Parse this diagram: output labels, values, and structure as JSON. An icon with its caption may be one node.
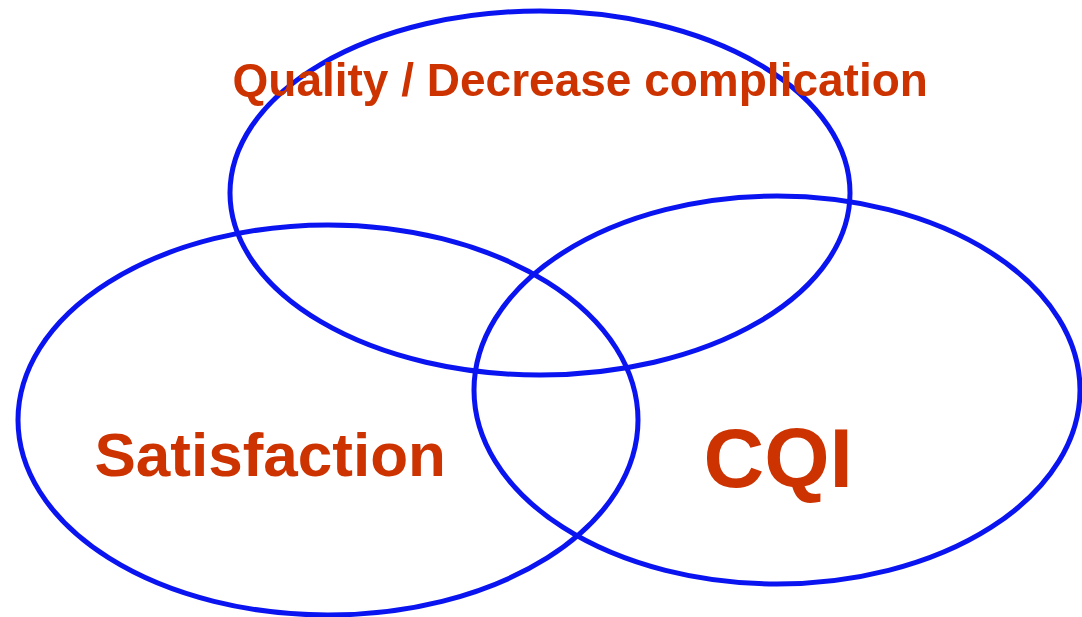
{
  "diagram": {
    "nodes": [
      {
        "text": [
          "Quality / Decrease complication"
        ]
      },
      {
        "text": [
          "Satisfaction"
        ]
      },
      {
        "text": [
          "CQI"
        ]
      }
    ]
  }
}
